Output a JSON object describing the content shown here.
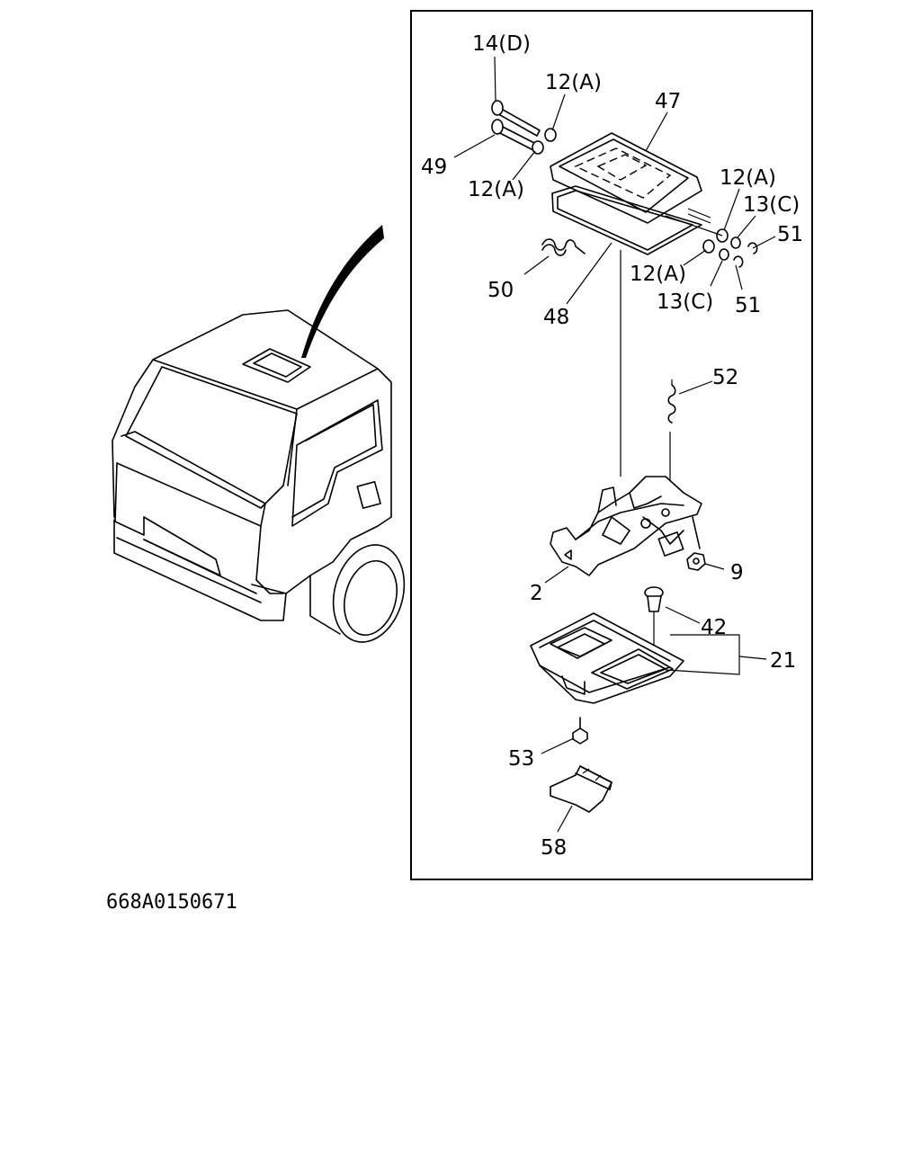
{
  "diagram": {
    "drawing_code": "668A0150671",
    "callouts": {
      "c14D": "14(D)",
      "c12A_top": "12(A)",
      "c47": "47",
      "c49": "49",
      "c12A_left": "12(A)",
      "c12A_right": "12(A)",
      "c13C_right": "13(C)",
      "c51_right": "51",
      "c50": "50",
      "c12A_lower": "12(A)",
      "c13C_lower": "13(C)",
      "c51_lower": "51",
      "c48": "48",
      "c52": "52",
      "c9": "9",
      "c2": "2",
      "c42": "42",
      "c21": "21",
      "c53": "53",
      "c58": "58"
    }
  }
}
